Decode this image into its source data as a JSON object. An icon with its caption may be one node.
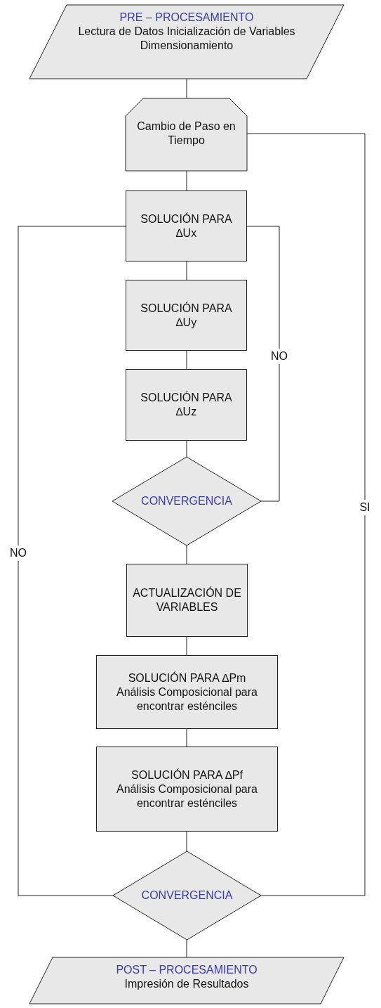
{
  "diagram": {
    "nodes": [
      {
        "text": [
          "PRE – PROCESAMIENTO",
          "Lectura de Datos Inicialización de Variables Dimensionamiento"
        ]
      },
      {
        "text": [
          "Cambio de Paso en Tiempo"
        ]
      },
      {
        "text": [
          "SOLUCIÓN PARA ∆Ux"
        ]
      },
      {
        "text": [
          "SOLUCIÓN PARA ∆Uy"
        ]
      },
      {
        "text": [
          "SOLUCIÓN PARA ∆Uz"
        ]
      },
      {
        "text": [
          "CONVERGENCIA"
        ]
      },
      {
        "text": [
          "ACTUALIZACIÓN DE VARIABLES"
        ]
      },
      {
        "text": [
          "SOLUCIÓN PARA ∆Pm",
          "Análisis Composicional para encontrar esténciles"
        ]
      },
      {
        "text": [
          "SOLUCIÓN PARA ∆Pf",
          "Análisis Composicional para encontrar esténciles"
        ]
      },
      {
        "text": [
          "CONVERGENCIA"
        ]
      },
      {
        "text": [
          "POST – PROCESAMIENTO",
          "Impresión de Resultados"
        ]
      }
    ],
    "edges": [
      {
        "from": 0,
        "to": 1,
        "arrow": "none"
      },
      {
        "from": 1,
        "to": 2,
        "arrow": "none"
      },
      {
        "from": 2,
        "to": 3,
        "arrow": "none"
      },
      {
        "from": 3,
        "to": 4,
        "arrow": "none"
      },
      {
        "from": 4,
        "to": 5,
        "arrow": "none"
      },
      {
        "from": 5,
        "to": 2,
        "arrow": "none",
        "label": "NO"
      },
      {
        "from": 5,
        "to": 6,
        "arrow": "none"
      },
      {
        "from": 6,
        "to": 7,
        "arrow": "none"
      },
      {
        "from": 7,
        "to": 8,
        "arrow": "none"
      },
      {
        "from": 8,
        "to": 9,
        "arrow": "none"
      },
      {
        "from": 9,
        "to": 2,
        "arrow": "none",
        "label": "NO"
      },
      {
        "from": 9,
        "to": 1,
        "arrow": "none",
        "label": "SI"
      },
      {
        "from": 9,
        "to": 10,
        "arrow": "none"
      }
    ]
  }
}
